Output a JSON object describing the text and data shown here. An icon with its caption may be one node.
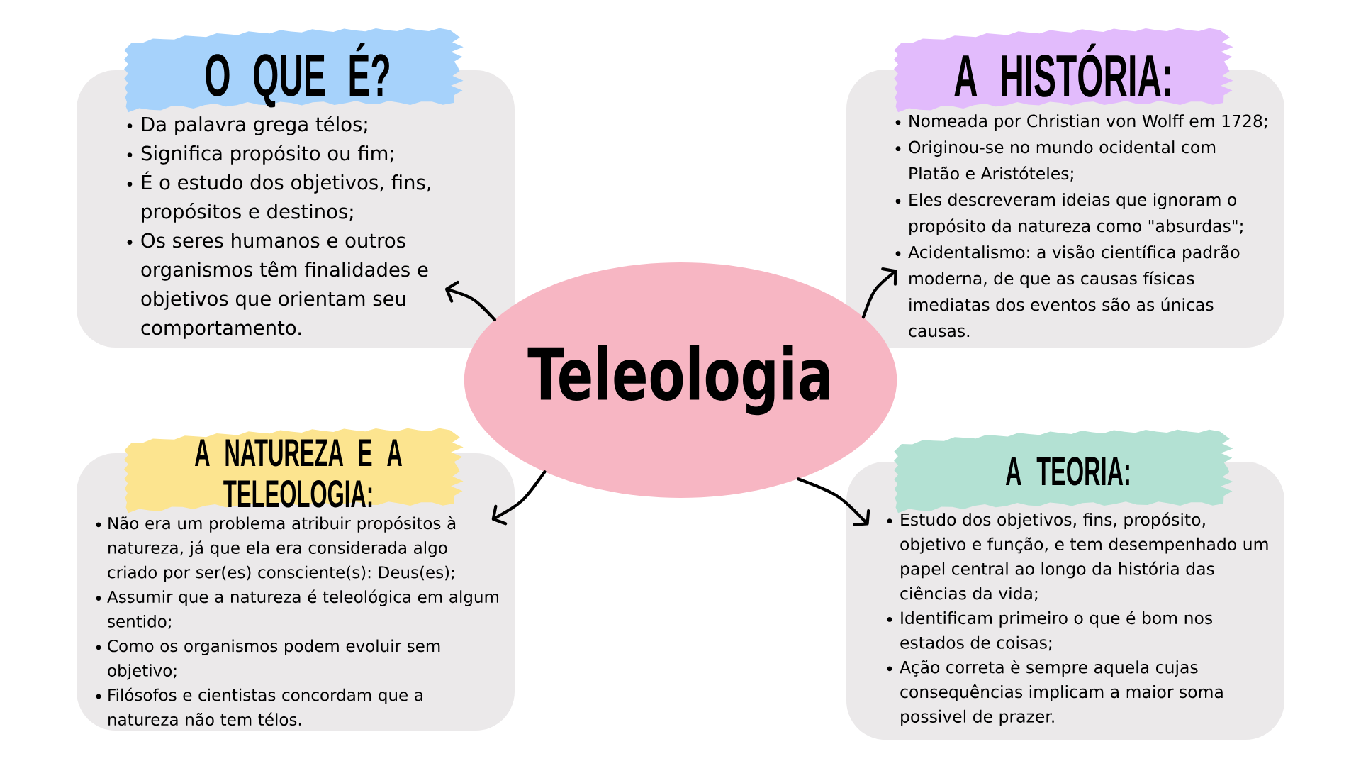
{
  "diagram": {
    "nodes": [
      {
        "text": [
          "O QUE É?",
          "Da palavra grega télos;",
          "Significa propósito ou fim;",
          "É o estudo dos objetivos, fins, propósitos e destinos;",
          "Os seres humanos e outros organismos têm finalidades e objetivos que orientam seu comportamento."
        ]
      },
      {
        "text": [
          "A HISTÓRIA:",
          "Nomeada por Christian von Wolff em 1728;",
          "Originou-se no mundo ocidental com Platão e Aristóteles;",
          "Eles descreveram ideias que ignoram o propósito da natureza como \"absurdas\";",
          "Acidentalismo: a visão científica padrão moderna, de que as causas físicas imediatas dos eventos são as únicas causas."
        ]
      },
      {
        "text": [
          "Teleologia"
        ]
      },
      {
        "text": [
          "A NATUREZA E A TELEOLOGIA:",
          "Não era um problema atribuir propósitos à natureza, já que ela era considerada algo criado por ser(es) consciente(s): Deus(es);",
          "Assumir que a natureza é teleológica em algum sentido;",
          "Como os organismos podem evoluir sem objetivo;",
          "Filósofos e cientistas concordam que a natureza não tem télos."
        ]
      },
      {
        "text": [
          "A TEORIA:",
          "Estudo dos objetivos, fins, propósito, objetivo e função, e tem desempenhado um papel central ao longo da história das ciências da vida;",
          "Identificam primeiro o que é bom nos estados de coisas;",
          "Ação correta è sempre aquela cujas consequências implicam a maior soma possivel de prazer."
        ]
      }
    ],
    "edges": [
      {
        "from": 2,
        "to": 0,
        "arrow": "to"
      },
      {
        "from": 2,
        "to": 1,
        "arrow": "to"
      },
      {
        "from": 2,
        "to": 3,
        "arrow": "to"
      },
      {
        "from": 2,
        "to": 4,
        "arrow": "to"
      }
    ]
  }
}
